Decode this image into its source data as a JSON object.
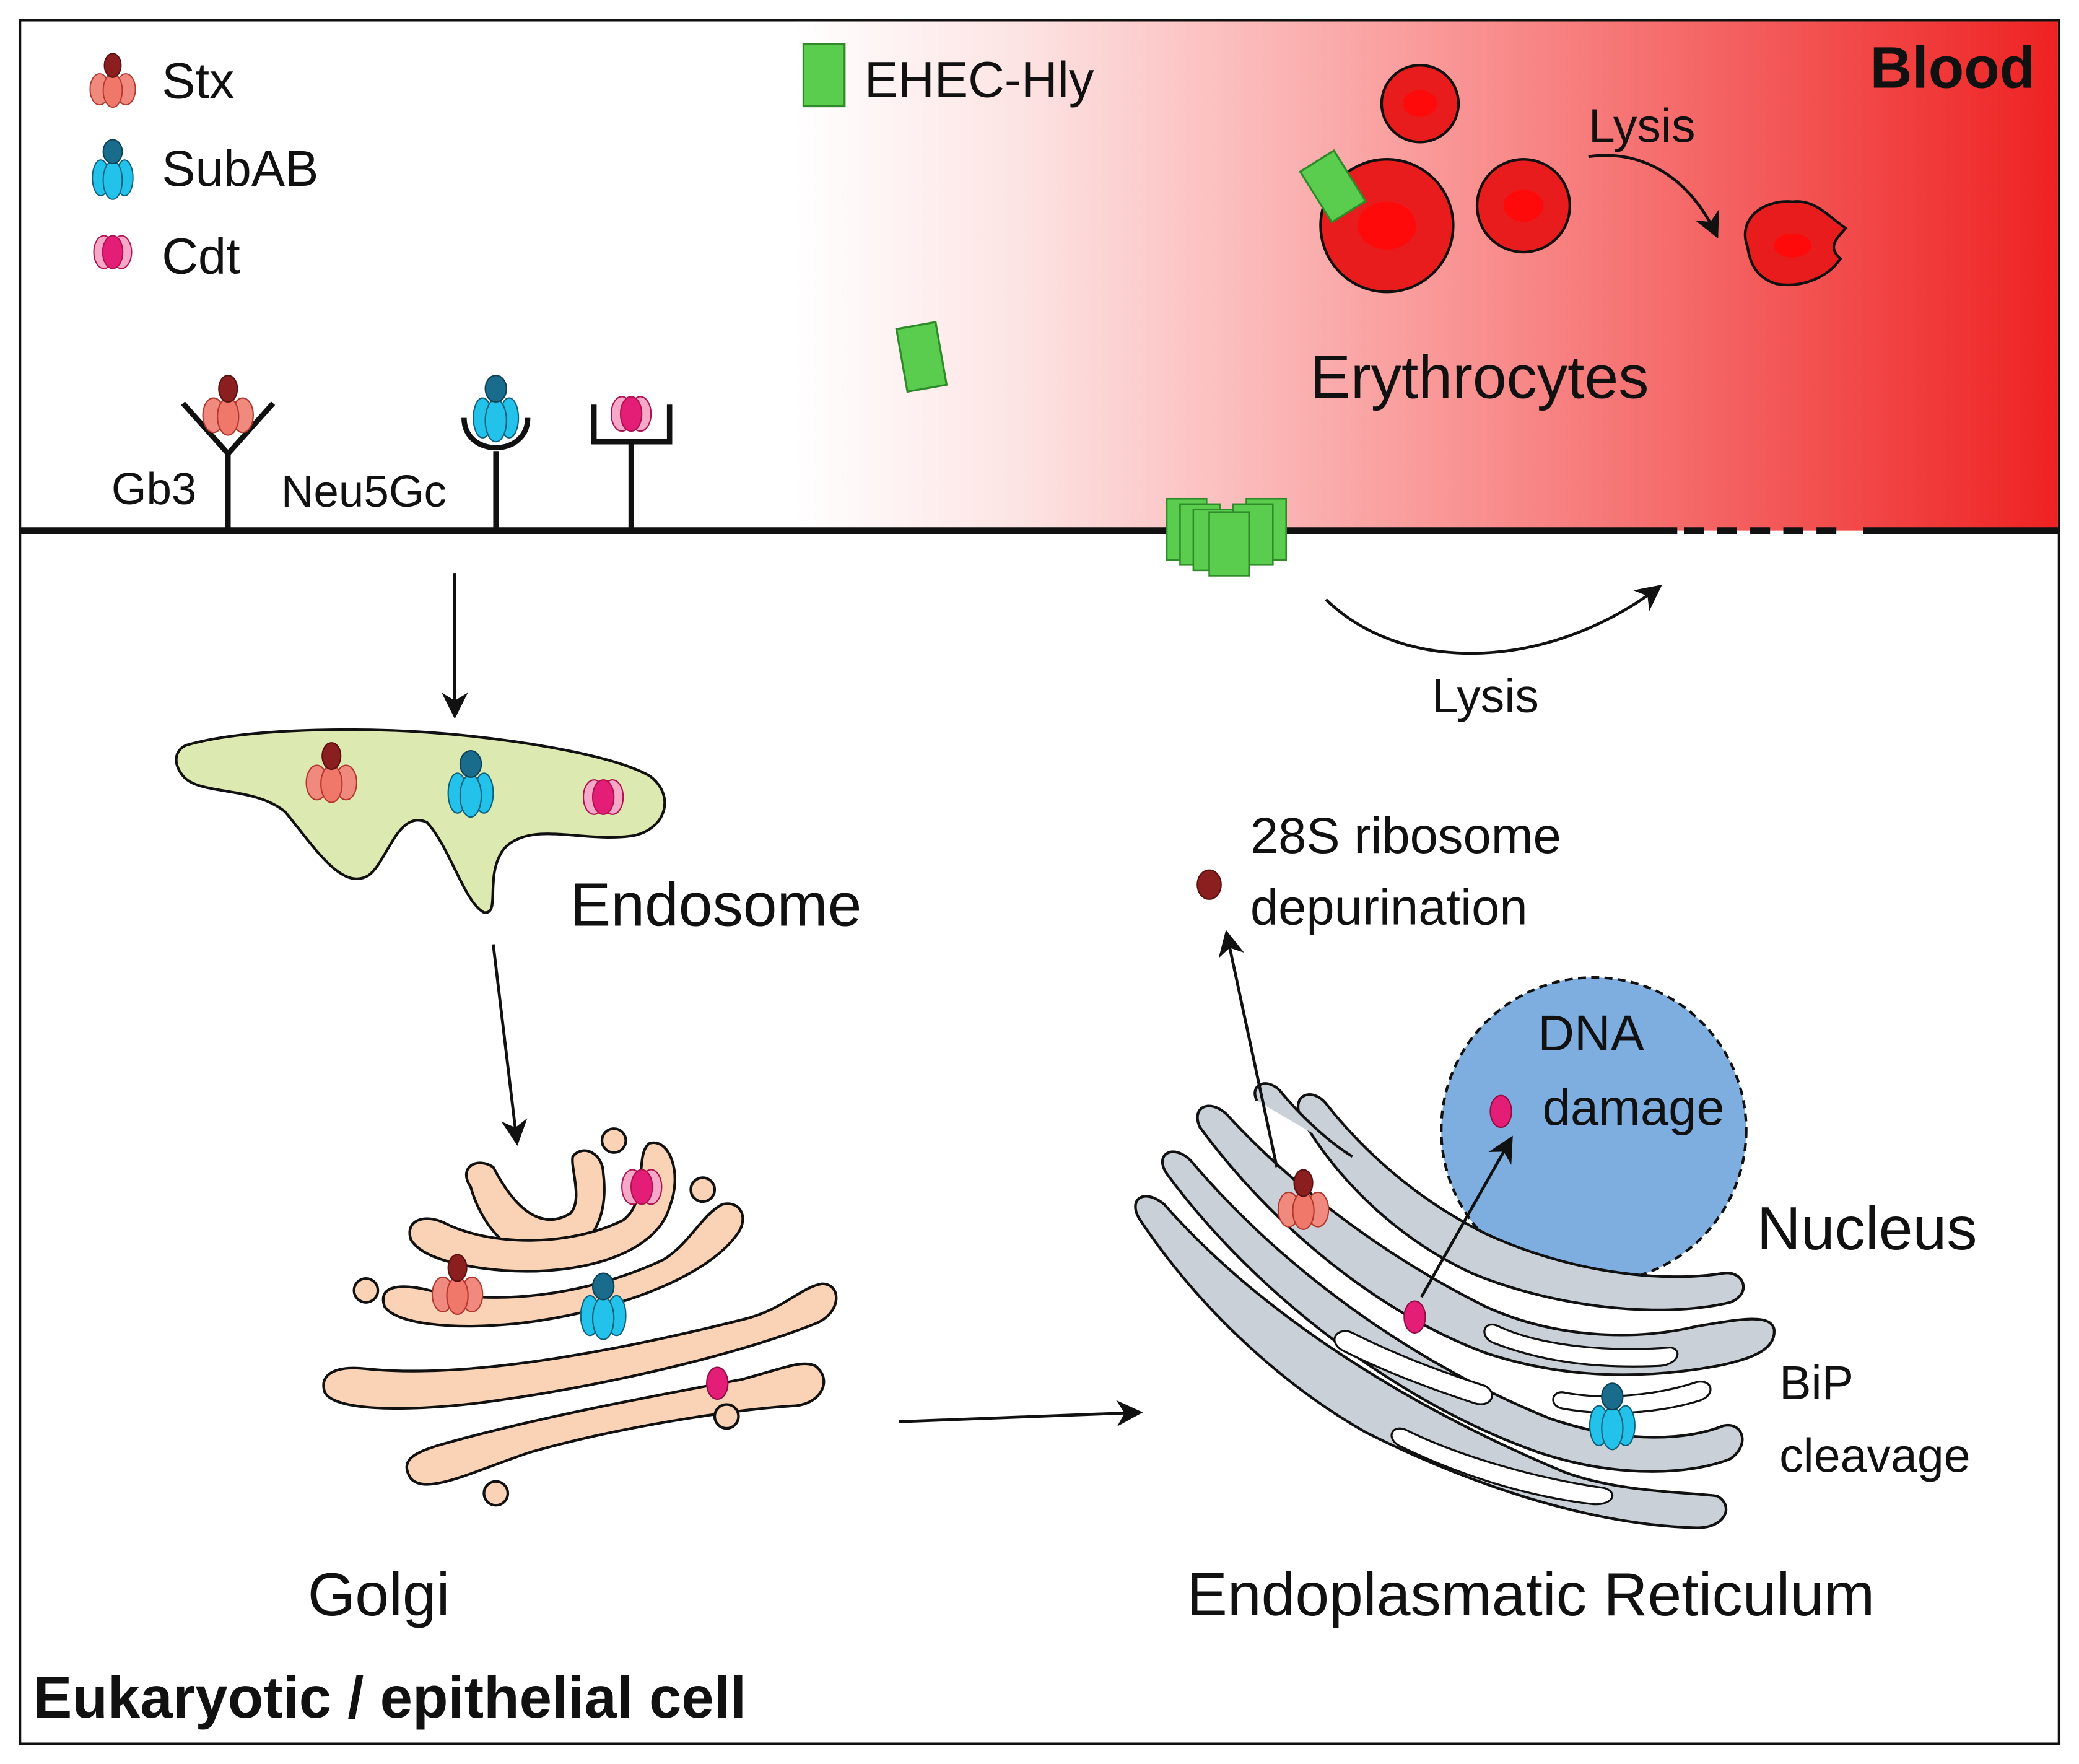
{
  "legend": {
    "stx_label": "Stx",
    "subab_label": "SubAB",
    "cdt_label": "Cdt",
    "ehec_label": "EHEC-Hly"
  },
  "regions": {
    "blood": "Blood",
    "cell": "Eukaryotic / epithelial cell"
  },
  "receptors": {
    "gb3": "Gb3",
    "neu5gc": "Neu5Gc"
  },
  "labels": {
    "erythrocytes": "Erythrocytes",
    "lysis_top": "Lysis",
    "lysis_bottom": "Lysis",
    "endosome": "Endosome",
    "golgi": "Golgi",
    "er": "Endoplasmatic Reticulum",
    "nucleus": "Nucleus",
    "dna_line1": "DNA",
    "dna_line2": "damage",
    "ribo_line1": "28S ribosome",
    "ribo_line2": "depurination",
    "bip_line1": "BiP",
    "bip_line2": "cleavage"
  },
  "colors": {
    "blood_red": "#ee2a2a",
    "erythrocyte": "#e81c1c",
    "ehec_green": "#5acd4e",
    "endosome_green": "#dce9b0",
    "golgi_peach": "#fad2b6",
    "er_gray": "#c9d0d8",
    "nucleus_blue": "#7eaee0",
    "stx_dark": "#8b1e1e",
    "stx_light": "#f08a7e",
    "subab_dark": "#1a6c8c",
    "subab_light": "#23c2ea",
    "cdt_dark": "#e41d76",
    "cdt_light": "#f6a8c8"
  }
}
